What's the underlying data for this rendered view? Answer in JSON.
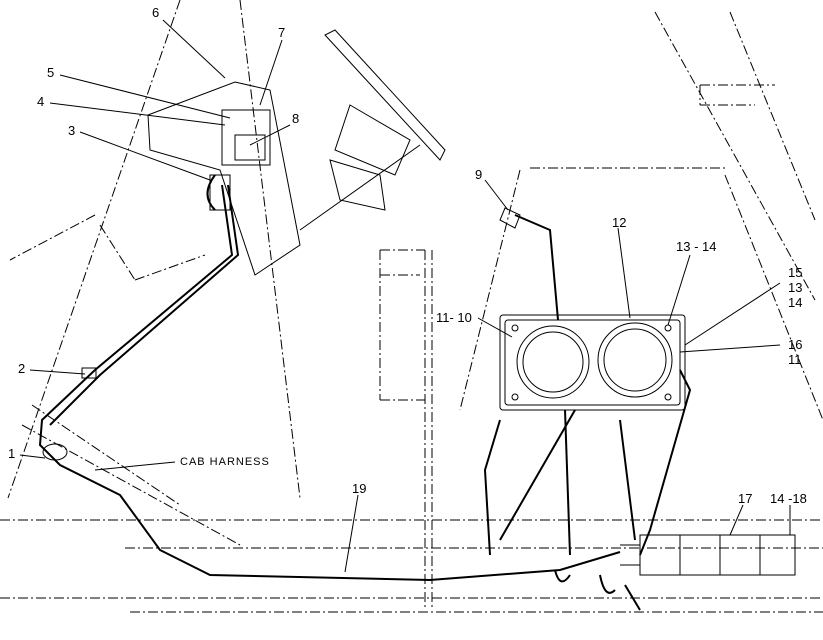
{
  "diagram": {
    "line_color": "#000000",
    "background": "#ffffff",
    "callouts": [
      {
        "id": "c1",
        "text": "1"
      },
      {
        "id": "c2",
        "text": "2"
      },
      {
        "id": "c3",
        "text": "3"
      },
      {
        "id": "c4",
        "text": "4"
      },
      {
        "id": "c5",
        "text": "5"
      },
      {
        "id": "c6",
        "text": "6"
      },
      {
        "id": "c7",
        "text": "7"
      },
      {
        "id": "c8",
        "text": "8"
      },
      {
        "id": "c9",
        "text": "9"
      },
      {
        "id": "c10",
        "text": "11- 10"
      },
      {
        "id": "c12",
        "text": "12"
      },
      {
        "id": "c13",
        "text": "13 - 14"
      },
      {
        "id": "c15a",
        "text": "15"
      },
      {
        "id": "c15b",
        "text": "13"
      },
      {
        "id": "c15c",
        "text": "14"
      },
      {
        "id": "c16a",
        "text": "16"
      },
      {
        "id": "c16b",
        "text": "11"
      },
      {
        "id": "c17",
        "text": "17"
      },
      {
        "id": "c18",
        "text": "14 -18"
      },
      {
        "id": "c19",
        "text": "19"
      }
    ],
    "harness_label": "CAB HARNESS"
  }
}
